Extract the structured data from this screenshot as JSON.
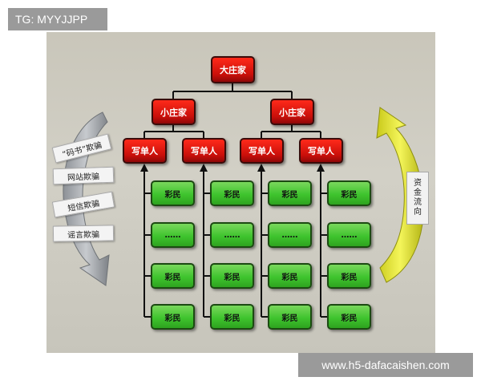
{
  "watermarks": {
    "top_left": "TG: MYYJJPP",
    "bottom_right": "www.h5-dafacaishen.com"
  },
  "diagram": {
    "top_node": "大庄家",
    "sub_nodes": [
      "小庄家",
      "小庄家"
    ],
    "writer_nodes": [
      "写单人",
      "写单人",
      "写单人",
      "写单人"
    ],
    "player_rows": [
      [
        "彩民",
        "彩民",
        "彩民",
        "彩民"
      ],
      [
        "……",
        "……",
        "……",
        "……"
      ],
      [
        "彩民",
        "彩民",
        "彩民",
        "彩民"
      ],
      [
        "彩民",
        "彩民",
        "彩民",
        "彩民"
      ]
    ],
    "fraud_labels": [
      "“码书”欺骗",
      "网站欺骗",
      "短信欺骗",
      "谣言欺骗"
    ],
    "money_flow_chars": [
      "资",
      "金",
      "流",
      "向"
    ],
    "colors": {
      "red_node": "#d3140d",
      "green_node": "#3fc42e",
      "left_arrow": "#9aa0a6",
      "right_arrow": "#e6e82a",
      "panel": "#cdcbc1"
    }
  }
}
